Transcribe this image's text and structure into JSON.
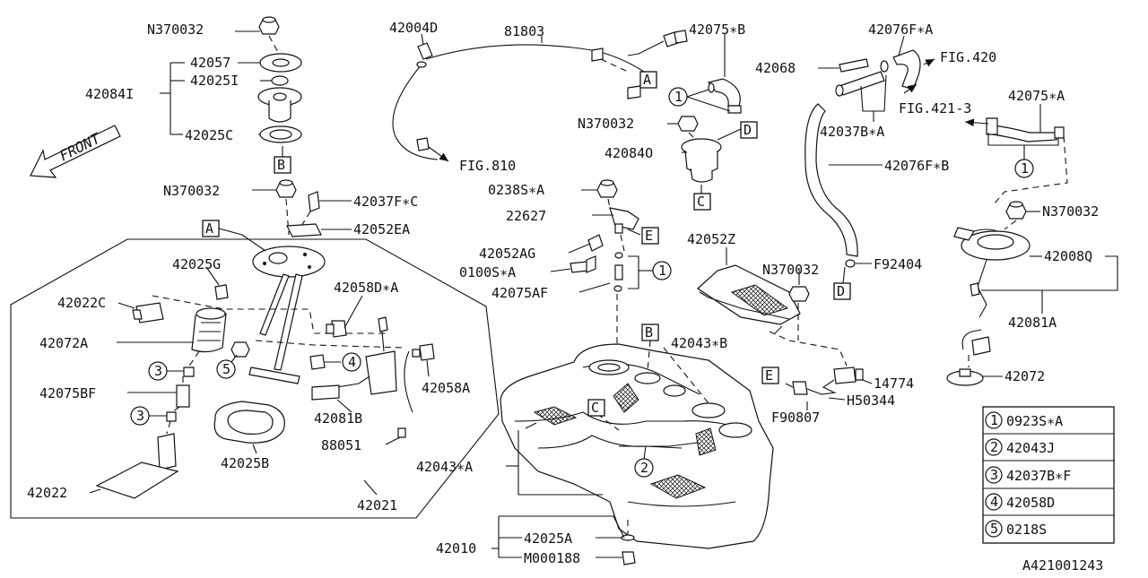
{
  "diagram_id": "A421001243",
  "front_label": "FRONT",
  "callouts": {
    "c_n370032_top": "N370032",
    "c_42057": "42057",
    "c_42025i": "42025I",
    "c_42084i": "42084I",
    "c_42025c": "42025C",
    "c_n370032_mid": "N370032",
    "c_42037fc": "42037F∗C",
    "c_42052ea": "42052EA",
    "c_42025g": "42025G",
    "c_42022c": "42022C",
    "c_42072a": "42072A",
    "c_42075bf": "42075BF",
    "c_42022": "42022",
    "c_42058da": "42058D∗A",
    "c_42058a": "42058A",
    "c_42081b": "42081B",
    "c_88051": "88051",
    "c_42025b": "42025B",
    "c_42021": "42021",
    "c_42004d": "42004D",
    "c_81803": "81803",
    "c_fig810": "FIG.810",
    "c_42075b": "42075∗B",
    "c_n370032_c": "N370032",
    "c_42084o": "42084Ο",
    "c_0238sa": "0238S∗A",
    "c_22627": "22627",
    "c_42052ag": "42052AG",
    "c_0100sa": "0100S∗A",
    "c_42075af": "42075AF",
    "c_42043a": "42043∗A",
    "c_42010": "42010",
    "c_42025a": "42025A",
    "c_m000188": "M000188",
    "c_42052z": "42052Z",
    "c_n370032_z": "N370032",
    "c_42043b": "42043∗B",
    "c_14774": "14774",
    "c_h50344": "H50344",
    "c_f90807": "F90807",
    "c_42076fa": "42076F∗A",
    "c_fig420": "FIG.420",
    "c_42068": "42068",
    "c_42037ba": "42037B∗A",
    "c_fig4213": "FIG.421-3",
    "c_42075a": "42075∗A",
    "c_42076fb": "42076F∗B",
    "c_f92404": "F92404",
    "c_n370032_r": "N370032",
    "c_42008q": "42008Q",
    "c_42081a": "42081A",
    "c_42072": "42072"
  },
  "letter_boxes": {
    "b_B_left": "B",
    "b_A_left": "A",
    "b_A_top": "A",
    "b_D_top": "D",
    "b_C_top": "C",
    "b_E_mid": "E",
    "b_B_tank": "B",
    "b_C_tank": "C",
    "b_D_right": "D",
    "b_E_right": "E"
  },
  "circle_refs": {
    "r1_top": "1",
    "r1_mid": "1",
    "r1_right": "1",
    "r3_a": "3",
    "r3_b": "3",
    "r5": "5",
    "r4": "4",
    "r2": "2"
  },
  "legend": [
    {
      "ref": "1",
      "part": "0923S∗A"
    },
    {
      "ref": "2",
      "part": "42043J"
    },
    {
      "ref": "3",
      "part": "42037B∗F"
    },
    {
      "ref": "4",
      "part": "42058D"
    },
    {
      "ref": "5",
      "part": "0218S"
    }
  ]
}
